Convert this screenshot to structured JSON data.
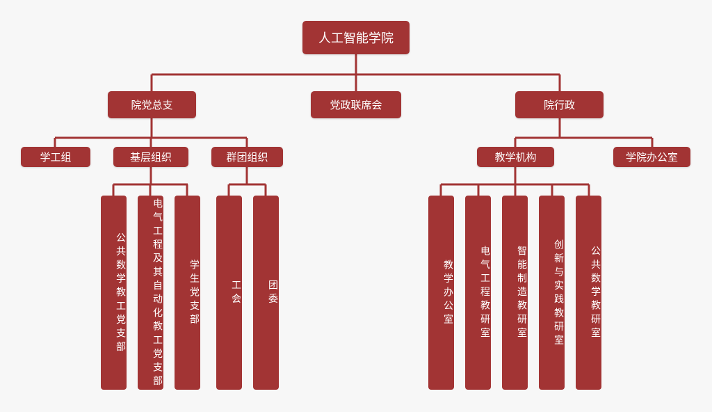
{
  "root": "人工智能学院",
  "level2": [
    "院党总支",
    "党政联席会",
    "院行政"
  ],
  "party": {
    "children": [
      "学工组",
      "基层组织",
      "群团组织"
    ],
    "grassroots": [
      "公共数学教工党支部",
      "电气工程及其自动化教工党支部",
      "学生党支部"
    ],
    "mass": [
      "工会",
      "团委"
    ]
  },
  "admin": {
    "children": [
      "教学机构",
      "学院办公室"
    ],
    "teaching": [
      "教学办公室",
      "电气工程教研室",
      "智能制造教研室",
      "创新与实践教研室",
      "公共数学教研室"
    ]
  },
  "colors": {
    "node": "#a23434",
    "line": "#a23434",
    "background": "#f7f7f7"
  }
}
